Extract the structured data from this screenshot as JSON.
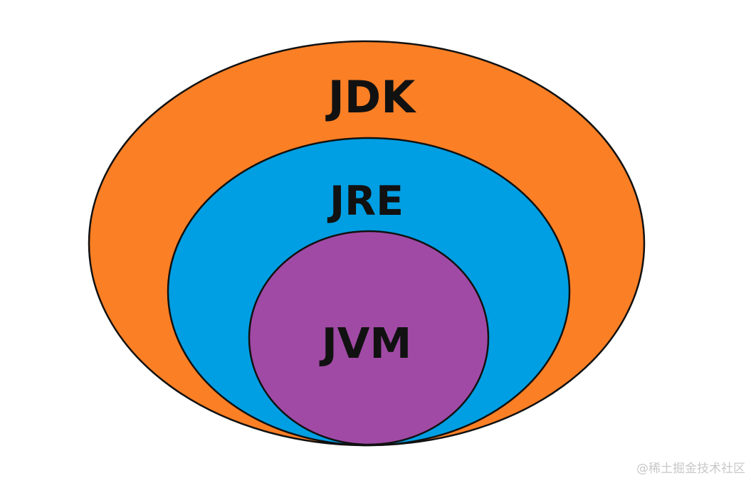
{
  "diagram": {
    "layers": [
      {
        "id": "jdk",
        "label": "JDK",
        "color": "#FB7F25"
      },
      {
        "id": "jre",
        "label": "JRE",
        "color": "#009FE3"
      },
      {
        "id": "jvm",
        "label": "JVM",
        "color": "#A04AA5"
      }
    ],
    "outline_color": "#111111"
  },
  "watermark": "@稀土掘金技术社区"
}
